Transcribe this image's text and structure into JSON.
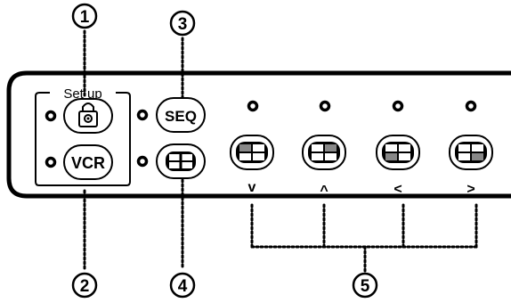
{
  "callouts": {
    "c1": "1",
    "c2": "2",
    "c3": "3",
    "c4": "4",
    "c5": "5"
  },
  "setup_group": {
    "label": "Set up"
  },
  "buttons": {
    "lock": {
      "icon": "lock-icon"
    },
    "vcr": {
      "label": "VCR"
    },
    "seq": {
      "label": "SEQ"
    },
    "quad": {
      "icon": "quad-grid-icon"
    }
  },
  "nav_buttons": [
    {
      "label": "v",
      "icon": "grid-top-left-highlight-icon"
    },
    {
      "label": "^",
      "icon": "grid-top-right-highlight-icon"
    },
    {
      "label": "<",
      "icon": "grid-bottom-left-highlight-icon"
    },
    {
      "label": ">",
      "icon": "grid-bottom-right-highlight-icon"
    }
  ]
}
